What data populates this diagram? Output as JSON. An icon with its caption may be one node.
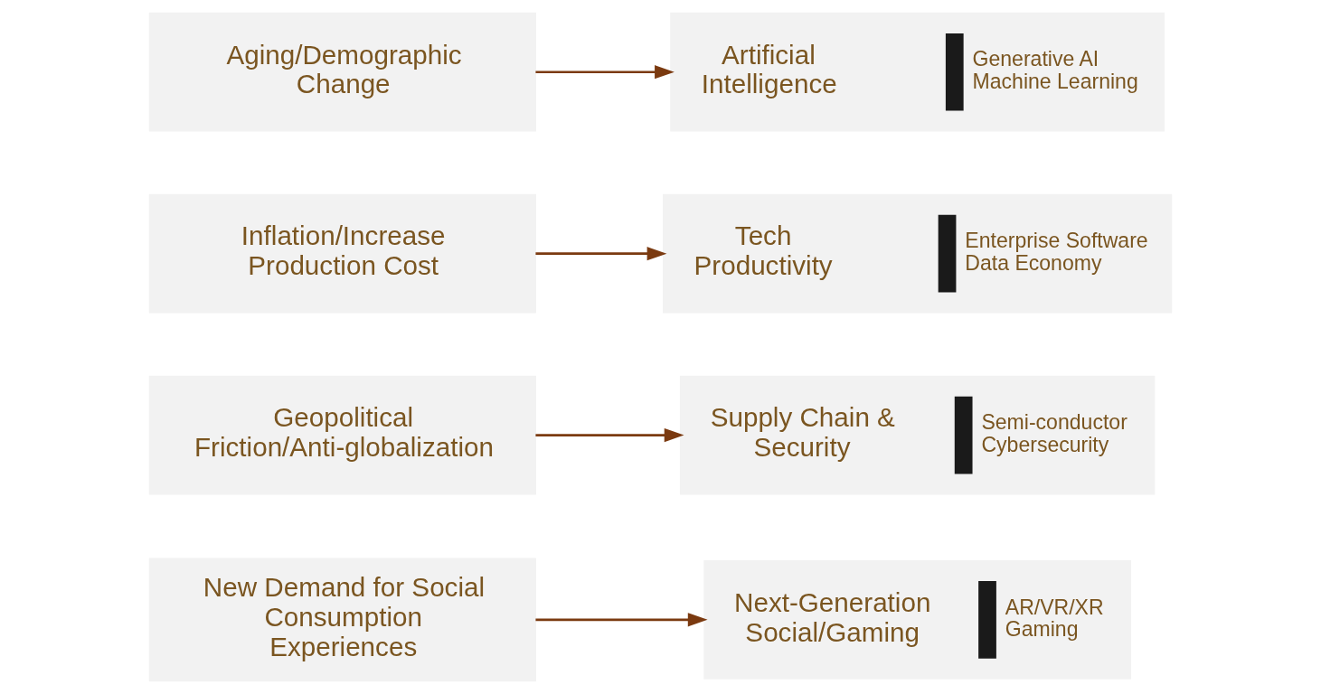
{
  "diagram": {
    "nodes": [
      {
        "text": [
          "Aging/Demographic Change"
        ]
      },
      {
        "text": [
          "Artificial Intelligence",
          "Generative AI",
          "Machine Learning"
        ]
      },
      {
        "text": [
          "Inflation/Increase Production Cost"
        ]
      },
      {
        "text": [
          "Tech Productivity",
          "Enterprise Software",
          "Data Economy"
        ]
      },
      {
        "text": [
          "Geopolitical Friction/Anti-globalization"
        ]
      },
      {
        "text": [
          "Supply Chain & Security",
          "Semi-conductor",
          "Cybersecurity"
        ]
      },
      {
        "text": [
          "New Demand for Social Consumption Experiences"
        ]
      },
      {
        "text": [
          "Next-Generation Social/Gaming",
          "AR/VR/XR",
          "Gaming"
        ]
      }
    ],
    "edges": [
      {
        "from": 0,
        "to": 1,
        "arrow": "to",
        "color": "#7b3a10"
      },
      {
        "from": 2,
        "to": 3,
        "arrow": "to",
        "color": "#7b3a10"
      },
      {
        "from": 4,
        "to": 5,
        "arrow": "to",
        "color": "#7b3a10"
      },
      {
        "from": 6,
        "to": 7,
        "arrow": "to",
        "color": "#7b3a10"
      }
    ]
  }
}
